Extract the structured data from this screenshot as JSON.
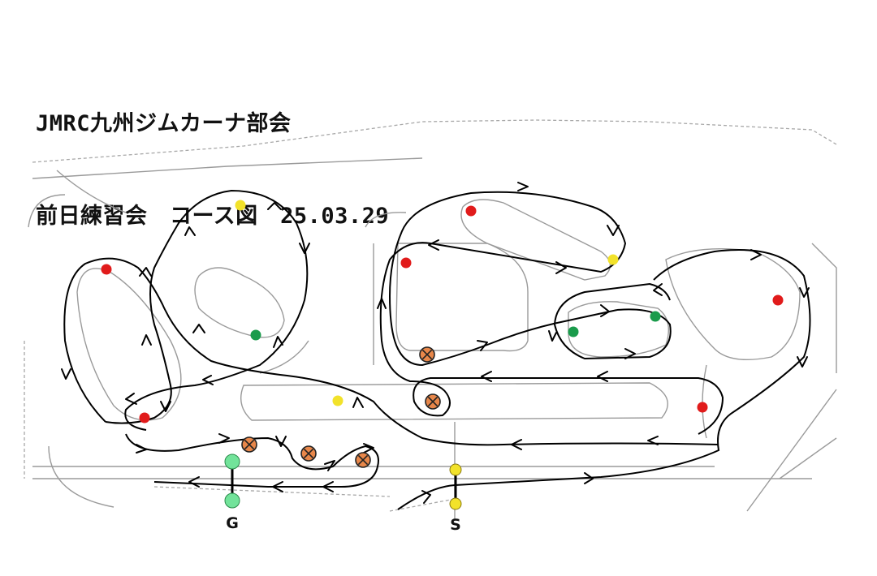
{
  "title": {
    "line1": "JMRC九州ジムカーナ部会",
    "line2": "前日練習会　コース図　25.03.29"
  },
  "labels": {
    "goal": "G",
    "start": "S"
  },
  "marker_colors": {
    "red": "#e11b1b",
    "yellow": "#f2e22a",
    "green": "#1a9b4b",
    "orange": "#e8874a",
    "light_green": "#72e39a"
  }
}
